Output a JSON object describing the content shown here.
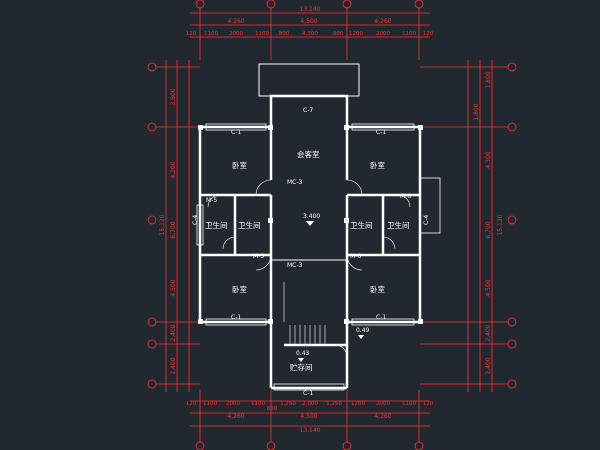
{
  "colors": {
    "background": "#212830",
    "dimension": "#ff3030",
    "wall": "#ffffff",
    "window": "#ffffff",
    "door": "#ffffff"
  },
  "top": {
    "total": "13,140",
    "segments": [
      "4,260",
      "4,500",
      "4,260"
    ],
    "details": [
      "120",
      "1100",
      "2000",
      "1100",
      "800",
      "4,300",
      "900",
      "1200",
      "2000",
      "1100",
      "120"
    ]
  },
  "bottom": {
    "total": "13,140",
    "segments": [
      "4,260",
      "4,500",
      "4,260"
    ],
    "details": [
      "120",
      "1100",
      "2000",
      "1100",
      "800",
      "1,250",
      "2,000",
      "1,250",
      "1200",
      "2000",
      "1100",
      "120"
    ]
  },
  "left": {
    "total": "15,120",
    "segments": [
      "3,900",
      "4,200",
      "6,700",
      "4,500",
      "2,400",
      "2,400"
    ]
  },
  "right": {
    "total": "15,120",
    "segments": [
      "1,800",
      "4,300",
      "6,700",
      "1,800",
      "4,500",
      "2,400",
      "2,400"
    ]
  },
  "rooms": {
    "bedroom": "卧室",
    "living": "会客室",
    "bath": "卫生间",
    "storage": "贮存间"
  },
  "labels": {
    "c1": "C-1",
    "c7": "C-7",
    "mc3": "MC-3",
    "m5": "M-5",
    "m6": "M-6",
    "c4": "C-4"
  },
  "levels": {
    "main": "3.400",
    "lower": "0.49",
    "stair": "0.43"
  }
}
